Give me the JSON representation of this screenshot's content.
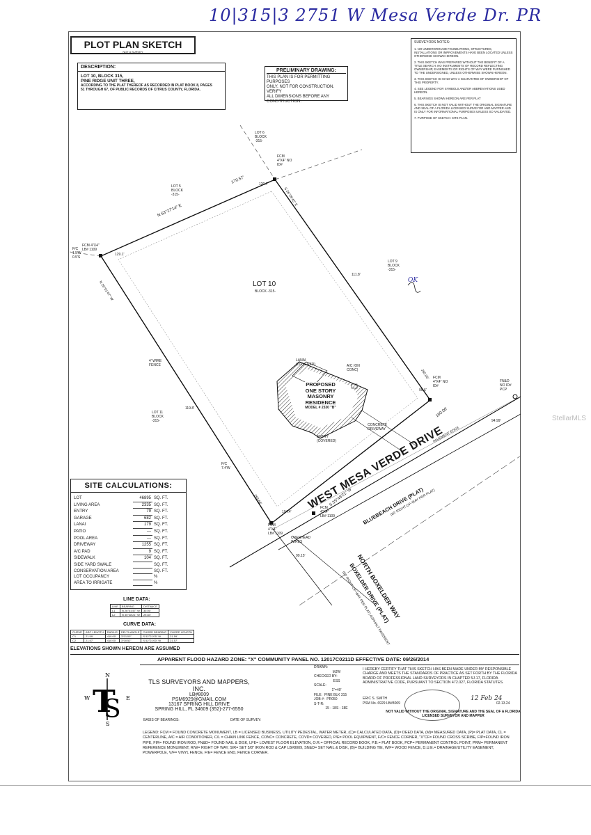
{
  "handwriting": {
    "header": "10|315|3   2751 W Mesa Verde Dr. PR",
    "sign_date": "12 Feb 24",
    "tree_mark": "OK"
  },
  "title": {
    "main": "PLOT PLAN SKETCH",
    "sub": "NOT A SURVEY"
  },
  "description": {
    "heading": "DESCRIPTION:",
    "lines": [
      "LOT 10, BLOCK 315,",
      "PINE RIDGE UNIT THREE,",
      "ACCORDING TO THE PLAT THEREOF AS RECORDED IN PLAT BOOK 8, PAGES",
      "51 THROUGH 67, OF PUBLIC RECORDS OF CITRUS COUNTY, FLORIDA."
    ]
  },
  "preliminary": {
    "heading": "PRELIMINARY DRAWING:",
    "lines": [
      "THIS PLAN IS FOR PERMITTING PURPOSES",
      "ONLY, NOT FOR CONSTRUCTION. VERIFY",
      "ALL DIMENSIONS BEFORE ANY",
      "CONSTRUCTION."
    ]
  },
  "surveyors_notes": {
    "heading": "SURVEYORS NOTES:",
    "notes": [
      "1. NO UNDERGROUND FOUNDATIONS, STRUCTURES, INSTALLATIONS OR IMPROVEMENTS HAVE BEEN LOCATED UNLESS OTHERWISE SHOWN HEREON.",
      "2. THIS SKETCH WAS PREPARED WITHOUT THE BENEFIT OF A TITLE SEARCH. NO INSTRUMENTS OF RECORD REFLECTING OWNERSHIP, EASEMENTS OR RIGHTS OF WAY WERE FURNISHED TO THE UNDERSIGNED, UNLESS OTHERWISE SHOWN HEREON.",
      "3. THIS SKETCH IS IN NO WAY A GUARANTEE OF OWNERSHIP OF THIS PROPERTY.",
      "4. SEE LEGEND FOR SYMBOLS AND/OR ABBREVIATIONS USED HEREON.",
      "5. BEARINGS SHOWN HEREON ARE PER PLAT",
      "6. THIS SKETCH IS NOT VALID WITHOUT THE ORIGINAL SIGNATURE AND SEAL OF A FLORIDA LICENSED SURVEYOR AND MAPPER AND IS ONLY FOR INFORMATIONAL PURPOSES UNLESS SO VALIDATED.",
      "7. PURPOSE OF SKETCH: SITE PLAN."
    ]
  },
  "plan": {
    "lot_label": "LOT 10",
    "lot_block": "BLOCK -315-",
    "house": [
      "PROPOSED",
      "ONE STORY",
      "MASONRY",
      "RESIDENCE",
      "MODEL # 2330 \"B\""
    ],
    "lanai": "LANAI (COVERED)",
    "ac": "A/C (ON CONC)",
    "entry": "ENTRY (COVERED)",
    "driveway": "CONCRETE DRIVEWAY",
    "pavement_edge": "PAVEMENT EDGE",
    "fence": "4' WIRE FENCE",
    "overhead_wires": "OVERHEAD WIRES",
    "bearing_north": "N 63°27'14\" E",
    "dist_north": "170.57'",
    "bearing_east": "S 26°09'45\" E",
    "bearing_west": "N 26°01'47\" W",
    "dist_west": "259.68'",
    "dist_east": "255.06'",
    "bearing_south": "S 35°48'21\" W",
    "dist_south": "160.06'",
    "dims": [
      "120.7'",
      "129.1'",
      "111.8'",
      "95.6'",
      "119.8'",
      "104.4'",
      "94.99'",
      "99.15'"
    ],
    "neighbors": [
      "LOT 6 BLOCK -315-",
      "LOT 5 BLOCK -315-",
      "LOT 9 BLOCK -315-",
      "LOT 11 BLOCK -315-"
    ],
    "monuments": [
      "FCM 4\"X4\" NO ID#",
      "FCM 4\"X4\" LB# 1109",
      "FCM 4\"X4\" NO ID#",
      "FCM 4\"X4\" LB# 1109",
      "FCM 4\"X4\" LB# 1109",
      "FN&D NO ID# PCP"
    ],
    "fc_labels": [
      "F/C 1.5'W 0.5'S",
      "F/C 7.4'W"
    ],
    "road_main": "WEST MESA VERDE DRIVE",
    "road_main_sub": "BLUEBEACH DRIVE (PLAT)",
    "road_main_row": "(60' RIGHT-OF-WAY PER PLAT)",
    "road_side": "NORTH BOXELDER WAY",
    "road_side_plat": "BOXELDER DRIVE (PLAT)",
    "road_side_row": "(60' RIGHT-OF-WAY PER PLAT) ASPHALT PAVEMENT"
  },
  "site_calculations": {
    "heading": "SITE CALCULATIONS:",
    "rows": [
      {
        "label": "LOT",
        "value": "46895",
        "unit": "SQ. FT."
      },
      {
        "label": "LIVING AREA",
        "value": "2335",
        "unit": "SQ. FT."
      },
      {
        "label": "ENTRY",
        "value": "79",
        "unit": "SQ. FT."
      },
      {
        "label": "GARAGE",
        "value": "682",
        "unit": "SQ. FT."
      },
      {
        "label": "LANAI",
        "value": "179",
        "unit": "SQ. FT."
      },
      {
        "label": "PATIO",
        "value": "---",
        "unit": "SQ. FT."
      },
      {
        "label": "POOL AREA",
        "value": "---",
        "unit": "SQ. FT."
      },
      {
        "label": "DRIVEWAY",
        "value": "1255",
        "unit": "SQ. FT."
      },
      {
        "label": "A/C PAD",
        "value": "9",
        "unit": "SQ. FT."
      },
      {
        "label": "SIDEWALK",
        "value": "104",
        "unit": "SQ. FT."
      },
      {
        "label": "SIDE YARD SWALE",
        "value": "",
        "unit": "SQ. FT."
      },
      {
        "label": "CONSERVATION AREA",
        "value": "",
        "unit": "SQ. FT."
      },
      {
        "label": "LOT OCCUPANCY",
        "value": "",
        "unit": "%"
      },
      {
        "label": "AREA TO IRRIGATE",
        "value": "",
        "unit": "%"
      }
    ]
  },
  "line_data": {
    "heading": "LINE DATA:",
    "headers": [
      "LINE",
      "BEARING",
      "DISTANCE"
    ],
    "rows": [
      [
        "L1",
        "N 26°01'47\" W",
        "30.00'"
      ],
      [
        "L2",
        "N 35°48'21\" W",
        "29.84'"
      ]
    ]
  },
  "curve_data": {
    "heading": "CURVE DATA:",
    "headers": [
      "CURVE",
      "ARC LENGTH",
      "RADIUS",
      "DELTA ANGLE",
      "CHORD BEARING",
      "CHORD LENGTH"
    ],
    "rows": [
      [
        "C1",
        "21.59'",
        "410.00'",
        "3°01'00\"",
        "S 52°21'05\" W",
        "21.59'"
      ],
      [
        "C2",
        "21.57'",
        "410.00'",
        "3°00'52\"",
        "S 52°21'00\" W",
        "21.57'"
      ]
    ]
  },
  "elevations": "ELEVATIONS SHOWN HEREON ARE ASSUMED",
  "flood_zone": "APPARENT FLOOD HAZARD ZONE: \"X\" COMMUNITY PANEL NO. 12017C0211D EFFECTIVE DATE: 09/26/2014",
  "company": {
    "name": "TLS SURVEYORS AND MAPPERS, INC.",
    "lb": "LB#8009",
    "email": "PSM6929@GMAIL.COM",
    "address": "13167 SPRING HILL DRIVE",
    "city": "SPRING HILL, FL 34609 (352)-277-6550"
  },
  "meta": {
    "drawn_label": "DRAWN:",
    "drawn": "MJW",
    "checked_label": "CHECKED BY:",
    "checked": "ESS",
    "scale_label": "SCALE:",
    "scale": "1\"=40'",
    "file_label": "FILE:",
    "file": "PINE BLK 315",
    "job_label": "JOB #:",
    "job": "PR050",
    "str_label": "S-T-R:",
    "str": "15 - 18S - 18E",
    "basis_label": "BASIS OF BEARINGS:",
    "date_label": "DATE OF SURVEY:"
  },
  "certification": {
    "text": "I HEREBY CERTIFY THAT THIS SKETCH HAS BEEN MADE UNDER MY RESPONSIBLE CHARGE AND MEETS THE STANDARDS OF PRACTICE AS SET FORTH BY THE FLORIDA BOARD OF PROFESSIONAL LAND SURVEYORS IN CHAPTER 5J-17, FLORIDA ADMINISTRATIVE CODE, PURSUANT TO SECTION 472.027, FLORIDA STATUTES.",
    "name": "ERIC S. SMITH",
    "psm": "PSM No. 6929  LB#8009",
    "date": "02.13.24",
    "not_valid": "NOT VALID WITHOUT THE ORIGINAL SIGNATURE AND THE SEAL OF A FLORIDA LICENSED SURVEYOR AND MAPPER"
  },
  "legend": "LEGEND: FCM = FOUND CONCRETE MONUMENT, LB = LICENSED BUSINESS, UTILITY PEDESTAL, WATER METER, (C)= CALCULATED DATA, (D)= DEED DATA, (M)= MEASURED DATA, (P)= PLAT DATA, CL = CENTERLINE, A/C = AIR CONDITIONER, C/L = CHAIN LINK FENCE, CONC= CONCRETE, COVD= COVERED, P/E= POOL EQUIPMENT, F/C= FENCE CORNER, \"X\"CF= FOUND CROSS SCRIBE, FIP=FOUND IRON PIPE, FIR= FOUND IRON ROD, FN&D= FOUND NAIL & DISK, LFE= LOWEST FLOOR ELEVATION, O.R.= OFFICIAL RECORD BOOK, P.B.= PLAT BOOK, PCP= PERMANENT CONTROL POINT, PRM= PERMANENT REFERENCE MONUMENT, R/W= RIGHT OF WAY, SIR= SET 5/8\" IRON ROD & CAP LB#8009, SN&D= SET NAIL & DISK, (B)= BUILDING TIE, W/F= WOOD FENCE, D.U.E.= DRAINAGE/UTILITY EASEMENT, POWERPOLE, V/F= VINYL FENCE, F/E= FENCE END, FENCE CORNER.",
  "watermark": "StellarMLS",
  "colors": {
    "ink": "#1a1a1a",
    "handwriting": "#2a2aa0",
    "hatch": "#333333"
  }
}
